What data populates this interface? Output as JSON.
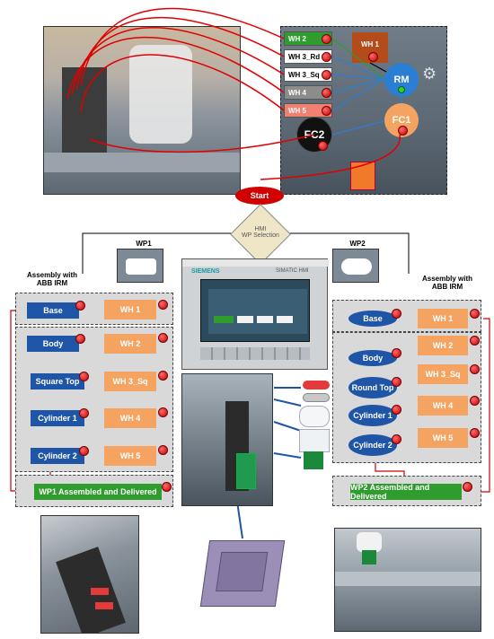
{
  "top": {
    "warehouses": [
      {
        "label": "WH 2",
        "color": "#2e9d2e",
        "text_color": "#ffffff"
      },
      {
        "label": "WH 3_Rd",
        "color": "#ffffff",
        "text_color": "#000000"
      },
      {
        "label": "WH 3_Sq",
        "color": "#ffffff",
        "text_color": "#000000"
      },
      {
        "label": "WH 4",
        "color": "#8c8c8c",
        "text_color": "#ffffff"
      },
      {
        "label": "WH 5",
        "color": "#f08070",
        "text_color": "#ffffff"
      }
    ],
    "wh1": "WH 1",
    "rm": "RM",
    "fc1": "FC1",
    "fc2": "FC2"
  },
  "flow": {
    "start": "Start",
    "hmi_line1": "HMI",
    "hmi_line2": "WP Selection"
  },
  "wp1": {
    "title": "WP1",
    "assembly_line1": "Assembly with",
    "assembly_line2": "ABB IRM",
    "rows": [
      {
        "part": "Base",
        "wh": "WH 1"
      },
      {
        "part": "Body",
        "wh": "WH 2"
      },
      {
        "part": "Square Top",
        "wh": "WH 3_Sq"
      },
      {
        "part": "Cylinder 1",
        "wh": "WH 4"
      },
      {
        "part": "Cylinder 2",
        "wh": "WH 5"
      }
    ],
    "result": "WP1 Assembled and Delivered"
  },
  "wp2": {
    "title": "WP2",
    "assembly_line1": "Assembly with",
    "assembly_line2": "ABB IRM",
    "rows": [
      {
        "part": "Base",
        "wh": "WH 1"
      },
      {
        "part": "Body",
        "wh": "WH 2"
      },
      {
        "part": "Round Top",
        "wh": "WH 3_Sq"
      },
      {
        "part": "Cylinder 1",
        "wh": "WH 4"
      },
      {
        "part": "Cylinder 2",
        "wh": "WH 5"
      }
    ],
    "result": "WP2 Assembled and Delivered"
  },
  "hmi": {
    "brand": "SIEMENS",
    "product": "SIMATIC HMI"
  },
  "colors": {
    "blue": "#1f55a6",
    "orange": "#f4a460",
    "green": "#2e9d2e",
    "red": "#d00000",
    "panel": "#d9d9d9"
  }
}
